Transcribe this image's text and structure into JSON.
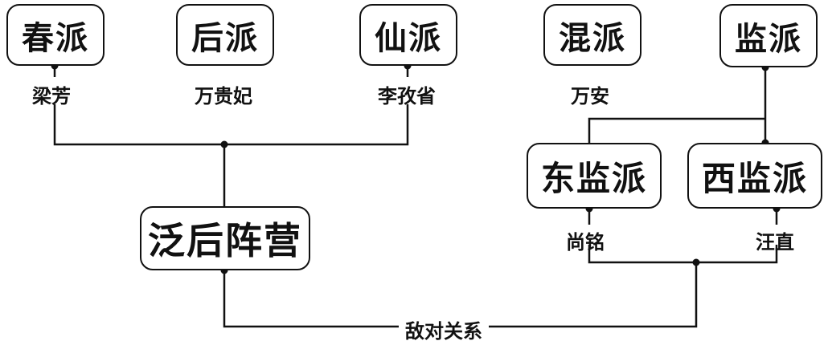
{
  "factions": {
    "chun": "春派",
    "hou": "后派",
    "xian": "仙派",
    "hun": "混派",
    "jian": "监派",
    "dongjian": "东监派",
    "xijian": "西监派",
    "fanhou": "泛后阵营"
  },
  "people": {
    "liangfang": "梁芳",
    "wanguifei": "万贵妃",
    "limaoxing": "李孜省",
    "wanan": "万安",
    "shangming": "尚铭",
    "wangzhi": "汪直"
  },
  "relation": "敌对关系"
}
